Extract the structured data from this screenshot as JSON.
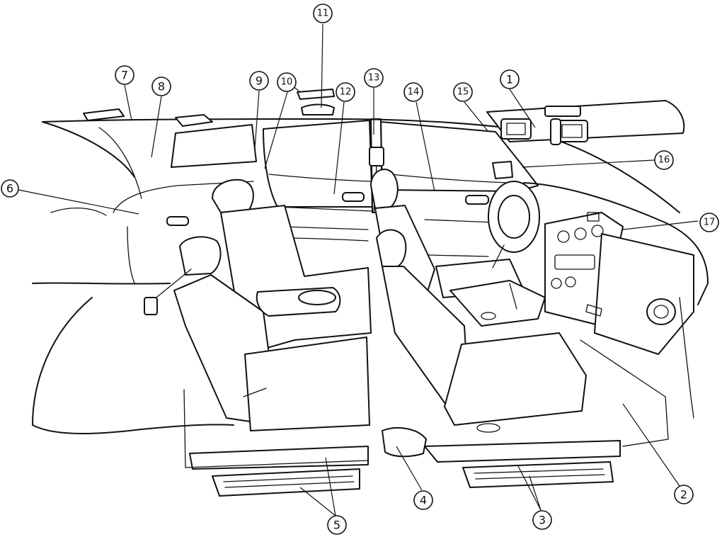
{
  "colors": {
    "ink": "#111111",
    "paper": "#ffffff"
  },
  "callouts": [
    {
      "id": "c1",
      "label": "1"
    },
    {
      "id": "c2",
      "label": "2"
    },
    {
      "id": "c3",
      "label": "3"
    },
    {
      "id": "c4",
      "label": "4"
    },
    {
      "id": "c5",
      "label": "5"
    },
    {
      "id": "c6",
      "label": "6"
    },
    {
      "id": "c7",
      "label": "7"
    },
    {
      "id": "c8",
      "label": "8"
    },
    {
      "id": "c9",
      "label": "9"
    },
    {
      "id": "c10",
      "label": "10"
    },
    {
      "id": "c11",
      "label": "11"
    },
    {
      "id": "c12",
      "label": "12"
    },
    {
      "id": "c13",
      "label": "13"
    },
    {
      "id": "c14",
      "label": "14"
    },
    {
      "id": "c15",
      "label": "15"
    },
    {
      "id": "c16",
      "label": "16"
    },
    {
      "id": "c17",
      "label": "17"
    }
  ]
}
